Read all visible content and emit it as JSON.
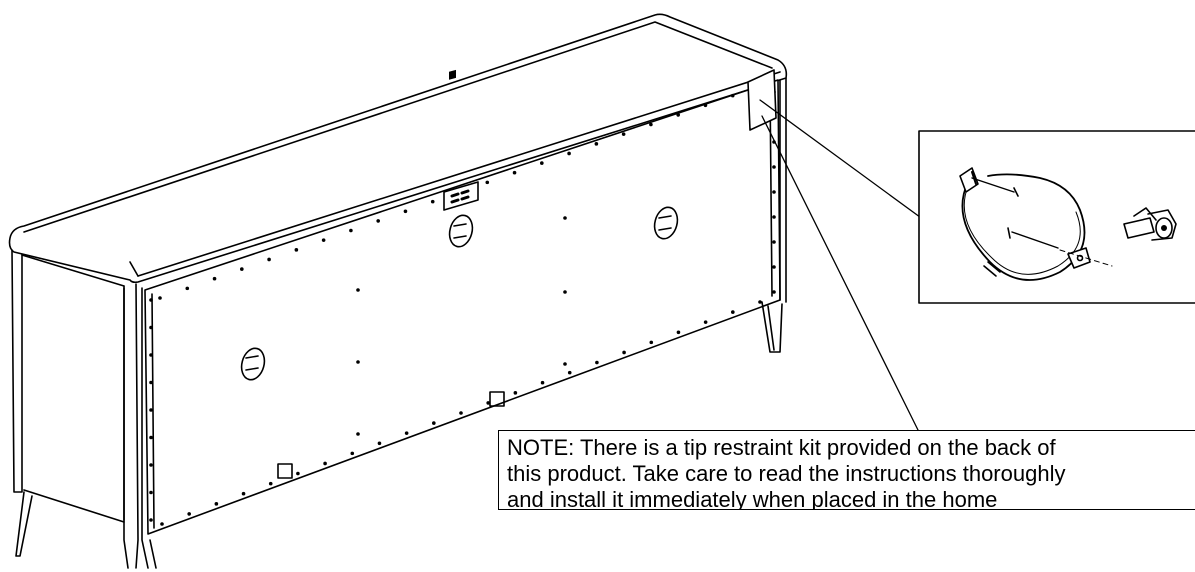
{
  "note": {
    "lines": [
      "NOTE: There is a tip restraint kit provided on the back of",
      "this product. Take care to read the instructions thoroughly",
      "and install it immediately when placed in the home"
    ]
  },
  "colors": {
    "line": "#000000",
    "background": "#ffffff"
  },
  "icons": [
    "tip-restraint-cable-icon",
    "screw-icon",
    "bracket-icon",
    "outlet-icon"
  ]
}
